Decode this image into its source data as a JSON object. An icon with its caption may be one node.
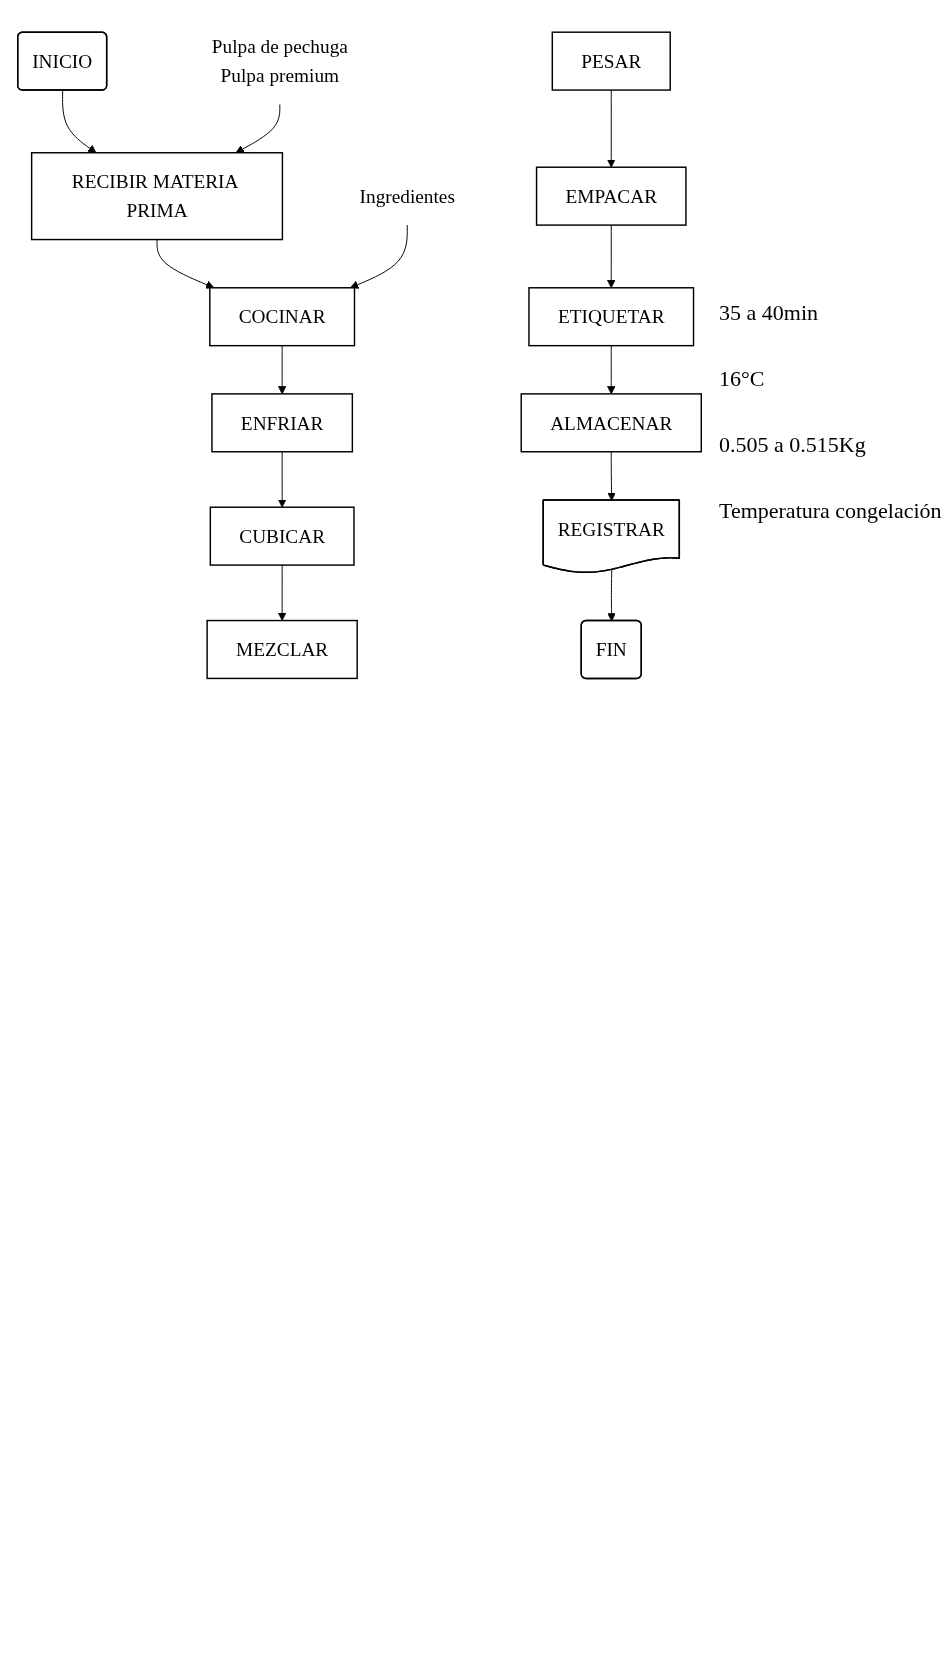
{
  "diagram": {
    "nodes": [
      {
        "text": [
          "INICIO"
        ]
      },
      {
        "text": [
          "Pulpa de pechuga",
          "Pulpa premium"
        ]
      },
      {
        "text": [
          "RECIBIR MATERIA PRIMA"
        ]
      },
      {
        "text": [
          "Ingredientes"
        ]
      },
      {
        "text": [
          "COCINAR"
        ]
      },
      {
        "text": [
          "ENFRIAR"
        ]
      },
      {
        "text": [
          "CUBICAR"
        ]
      },
      {
        "text": [
          "MEZCLAR"
        ]
      },
      {
        "text": [
          "PESAR"
        ]
      },
      {
        "text": [
          "EMPACAR"
        ]
      },
      {
        "text": [
          "ETIQUETAR"
        ]
      },
      {
        "text": [
          "ALMACENAR"
        ]
      },
      {
        "text": [
          "REGISTRAR"
        ]
      },
      {
        "text": [
          "FIN"
        ]
      }
    ],
    "edges": [
      {
        "from": 0,
        "to": 2,
        "arrow": "to"
      },
      {
        "from": 1,
        "to": 2,
        "arrow": "to"
      },
      {
        "from": 2,
        "to": 4,
        "arrow": "to"
      },
      {
        "from": 3,
        "to": 4,
        "arrow": "to"
      },
      {
        "from": 4,
        "to": 5,
        "arrow": "to"
      },
      {
        "from": 5,
        "to": 6,
        "arrow": "to"
      },
      {
        "from": 6,
        "to": 7,
        "arrow": "to"
      },
      {
        "from": 8,
        "to": 9,
        "arrow": "to"
      },
      {
        "from": 9,
        "to": 10,
        "arrow": "to"
      },
      {
        "from": 10,
        "to": 11,
        "arrow": "to"
      },
      {
        "from": 11,
        "to": 12,
        "arrow": "to"
      },
      {
        "from": 12,
        "to": 13,
        "arrow": "to"
      }
    ],
    "labels": [
      "35 a 40min",
      "16°C",
      "0.505 a 0.515Kg",
      "Temperatura congelación"
    ]
  }
}
